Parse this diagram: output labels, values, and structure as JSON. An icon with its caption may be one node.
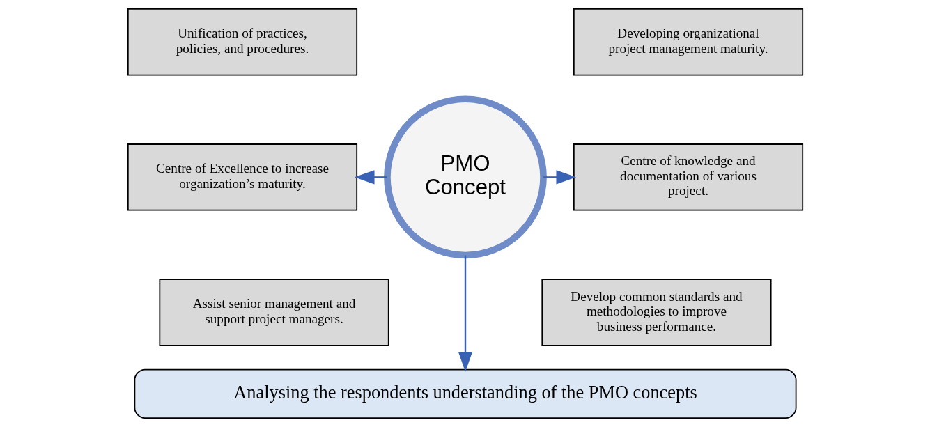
{
  "diagram": {
    "nodes": [
      {
        "text": [
          "PMO Concept"
        ]
      },
      {
        "text": [
          "Unification of practices, policies, and procedures."
        ]
      },
      {
        "text": [
          "Centre of Excellence to increase organization’s maturity."
        ]
      },
      {
        "text": [
          "Assist senior management and support project managers."
        ]
      },
      {
        "text": [
          "Developing organizational project management maturity."
        ]
      },
      {
        "text": [
          "Centre of knowledge and documentation of various project."
        ]
      },
      {
        "text": [
          "Develop common standards and methodologies to improve business performance."
        ]
      },
      {
        "text": [
          "Analysing the respondents understanding of the PMO concepts"
        ]
      }
    ],
    "edges": [
      {
        "from": 0,
        "to": 2,
        "arrow": "to"
      },
      {
        "from": 0,
        "to": 5,
        "arrow": "to"
      },
      {
        "from": 0,
        "to": 7,
        "arrow": "to"
      }
    ]
  }
}
